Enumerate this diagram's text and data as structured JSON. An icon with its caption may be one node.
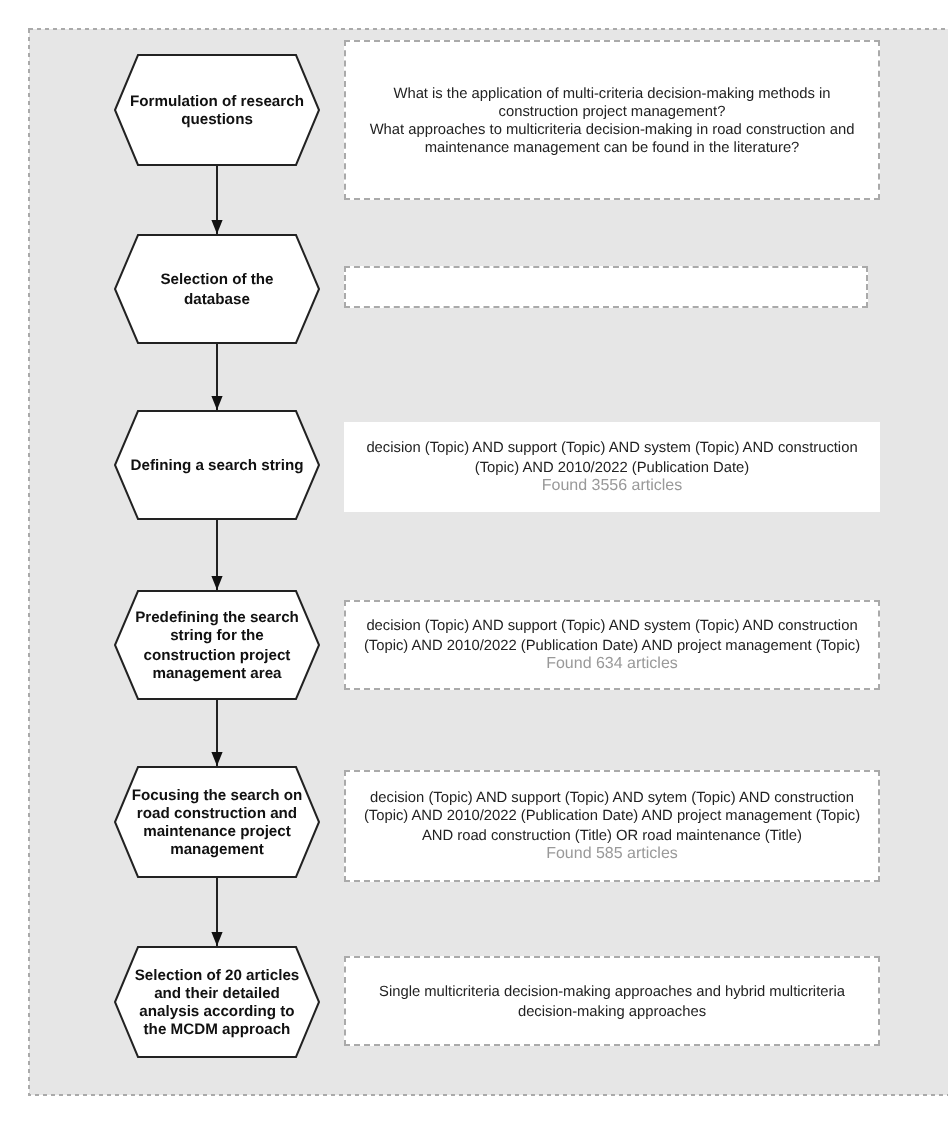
{
  "diagram": {
    "nodes": [
      {
        "text": [
          "Formulation of research questions"
        ]
      },
      {
        "text": [
          "What is the application of multi-criteria decision-making methods in construction project management?",
          "What approaches to multicriteria decision-making in road construction and maintenance management can be found in the literature?"
        ]
      },
      {
        "text": [
          "Selection of the database"
        ]
      },
      {
        "text": [],
        "shape": "box"
      },
      {
        "text": [
          "Defining a search string"
        ]
      },
      {
        "text": [
          "decision (Topic) AND support (Topic) AND system (Topic) AND construction (Topic) AND 2010/2022 (Publication Date)",
          "Found 3556 articles"
        ]
      },
      {
        "text": [
          "Predefining the search string for the construction project management area"
        ]
      },
      {
        "text": [
          "decision (Topic) AND support (Topic) AND system (Topic) AND construction (Topic) AND 2010/2022 (Publication Date) AND project management (Topic)",
          "Found 634 articles"
        ]
      },
      {
        "text": [
          "Focusing the search on road construction and maintenance project management"
        ]
      },
      {
        "text": [
          "decision (Topic) AND support (Topic) AND sytem (Topic) AND construction (Topic) AND 2010/2022 (Publication Date) AND project management (Topic) AND road construction (Title) OR road maintenance (Title)",
          "Found 585 articles"
        ]
      },
      {
        "text": [
          "Selection of 20 articles and their detailed analysis according to the MCDM approach"
        ]
      },
      {
        "text": [
          "Single multicriteria decision-making approaches and hybrid multicriteria decision-making approaches"
        ]
      }
    ],
    "edges": [
      {
        "from": 0,
        "to": 2,
        "arrow": "to"
      },
      {
        "from": 2,
        "to": 4,
        "arrow": "to"
      },
      {
        "from": 4,
        "to": 6,
        "arrow": "to"
      },
      {
        "from": 6,
        "to": 8,
        "arrow": "to"
      },
      {
        "from": 8,
        "to": 10,
        "arrow": "to"
      }
    ]
  }
}
